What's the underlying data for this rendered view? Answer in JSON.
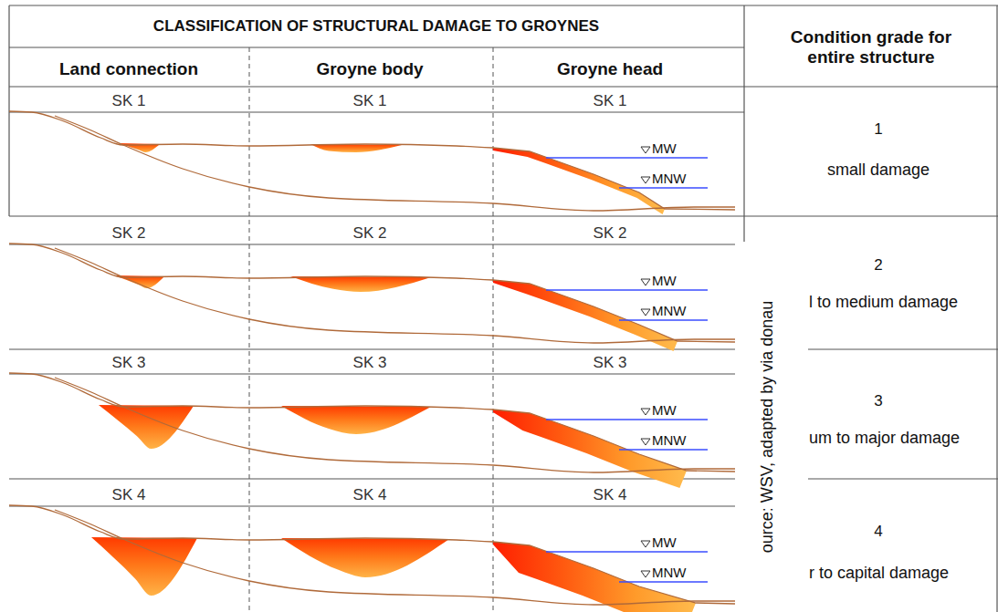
{
  "diagram": {
    "title": "CLASSIFICATION OF STRUCTURAL DAMAGE TO GROYNES",
    "labels": [
      "Land connection",
      "Groyne body",
      "Groyne head",
      "Condition grade for entire structure",
      "SK 1",
      "SK 1",
      "SK 1",
      "MW",
      "MNW",
      "1",
      "small damage",
      "SK 2",
      "SK 2",
      "SK 2",
      "MW",
      "MNW",
      "2",
      "l to medium damage",
      "SK 3",
      "SK 3",
      "SK 3",
      "MW",
      "MNW",
      "3",
      "um to major damage",
      "SK 4",
      "SK 4",
      "SK 4",
      "MW",
      "MNW",
      "4",
      "r to capital damage",
      "ource: WSV, adapted by via donau"
    ]
  }
}
